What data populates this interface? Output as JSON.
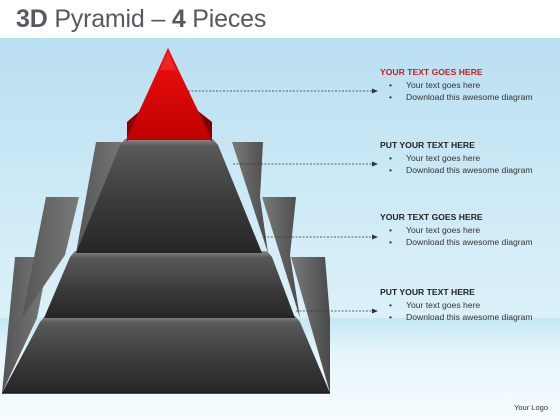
{
  "title": {
    "bold_part": "3D",
    "main_part": "Pyramid –",
    "bold_number": "4",
    "suffix": "Pieces"
  },
  "palette": {
    "accent_red": "#e00000",
    "dark_gray": "#2e2e2e",
    "mid_gray": "#6e6e6e",
    "sky_blue": "#b9dff1"
  },
  "pieces": [
    {
      "id": "top",
      "color": "red-gradient"
    },
    {
      "id": "second",
      "color": "gray-gradient"
    },
    {
      "id": "third",
      "color": "gray-gradient"
    },
    {
      "id": "base",
      "color": "gray-gradient"
    }
  ],
  "text_blocks": [
    {
      "heading": "YOUR TEXT GOES HERE",
      "bullets": [
        "Your text goes here",
        "Download this awesome diagram"
      ]
    },
    {
      "heading": "PUT YOUR TEXT HERE",
      "bullets": [
        "Your text goes here",
        "Download this awesome diagram"
      ]
    },
    {
      "heading": "YOUR TEXT GOES HERE",
      "bullets": [
        "Your text goes here",
        "Download this awesome diagram"
      ]
    },
    {
      "heading": "PUT YOUR TEXT HERE",
      "bullets": [
        "Your text goes here",
        "Download this awesome diagram"
      ]
    }
  ],
  "bullet_char": "•",
  "footer": {
    "logo_text": "Your Logo"
  }
}
